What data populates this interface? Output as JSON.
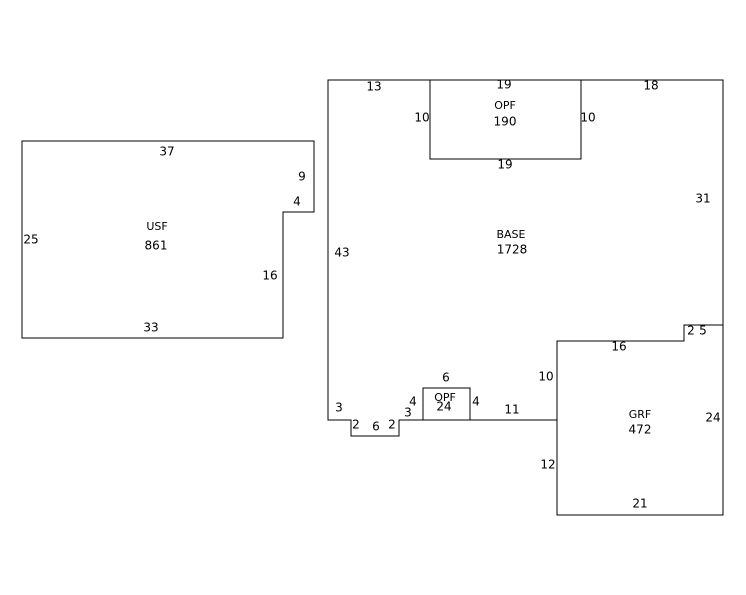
{
  "areas": {
    "usf": {
      "code": "USF",
      "area": "861"
    },
    "base": {
      "code": "BASE",
      "area": "1728"
    },
    "opf_top": {
      "code": "OPF",
      "area": "190"
    },
    "opf_bottom": {
      "code": "OPF",
      "area": "24"
    },
    "grf": {
      "code": "GRF",
      "area": "472"
    }
  },
  "dimensions": {
    "usf_top": "37",
    "usf_left": "25",
    "usf_notch_right": "9",
    "usf_notch_step": "4",
    "usf_lower_right": "16",
    "usf_bottom": "33",
    "base_top_left": "13",
    "base_top_right": "18",
    "base_left": "43",
    "base_right": "31",
    "opf_top_top": "19",
    "opf_top_left": "10",
    "opf_top_right": "10",
    "opf_top_bottom": "19",
    "base_step_left": "3",
    "base_step_down_left": "2",
    "base_step_bottom": "6",
    "base_step_down_right": "2",
    "base_step_right": "3",
    "opf_bottom_left": "4",
    "opf_bottom_top": "6",
    "opf_bottom_right": "4",
    "base_bottom_middle": "11",
    "grf_upper_left": "10",
    "grf_top": "16",
    "grf_jog_left": "2",
    "grf_jog_right": "5",
    "grf_right": "24",
    "grf_lower_left": "12",
    "grf_bottom": "21"
  }
}
